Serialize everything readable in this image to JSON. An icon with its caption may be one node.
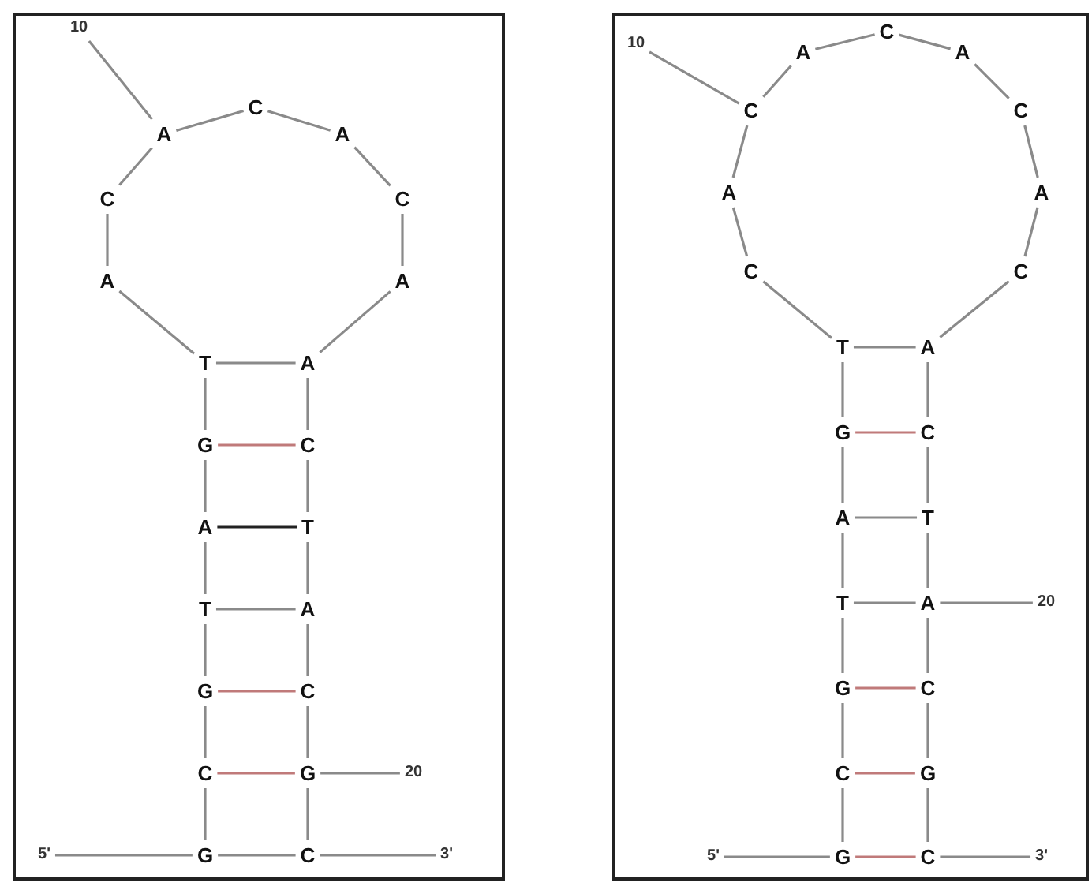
{
  "diagram": {
    "nodes": [
      {
        "text": [
          "10"
        ]
      },
      {
        "text": [
          "G"
        ]
      },
      {
        "text": [
          "C"
        ]
      },
      {
        "text": [
          "G"
        ]
      },
      {
        "text": [
          "T"
        ]
      },
      {
        "text": [
          "A"
        ]
      },
      {
        "text": [
          "G"
        ]
      },
      {
        "text": [
          "T"
        ]
      },
      {
        "text": [
          "A"
        ]
      },
      {
        "text": [
          "C"
        ]
      },
      {
        "text": [
          "A"
        ]
      },
      {
        "text": [
          "C"
        ]
      },
      {
        "text": [
          "A"
        ]
      },
      {
        "text": [
          "C"
        ]
      },
      {
        "text": [
          "A"
        ]
      },
      {
        "text": [
          "A"
        ]
      },
      {
        "text": [
          "C"
        ]
      },
      {
        "text": [
          "T"
        ]
      },
      {
        "text": [
          "A"
        ]
      },
      {
        "text": [
          "C"
        ]
      },
      {
        "text": [
          "G"
        ]
      },
      {
        "text": [
          "C"
        ]
      },
      {
        "text": [
          "20"
        ]
      },
      {
        "text": [
          "5'"
        ]
      },
      {
        "text": [
          "3'"
        ]
      },
      {
        "text": [
          "10"
        ]
      },
      {
        "text": [
          "G"
        ]
      },
      {
        "text": [
          "C"
        ]
      },
      {
        "text": [
          "G"
        ]
      },
      {
        "text": [
          "T"
        ]
      },
      {
        "text": [
          "A"
        ]
      },
      {
        "text": [
          "G"
        ]
      },
      {
        "text": [
          "T"
        ]
      },
      {
        "text": [
          "C"
        ]
      },
      {
        "text": [
          "A"
        ]
      },
      {
        "text": [
          "C"
        ]
      },
      {
        "text": [
          "A"
        ]
      },
      {
        "text": [
          "C"
        ]
      },
      {
        "text": [
          "A"
        ]
      },
      {
        "text": [
          "C"
        ]
      },
      {
        "text": [
          "A"
        ]
      },
      {
        "text": [
          "C"
        ]
      },
      {
        "text": [
          "A"
        ]
      },
      {
        "text": [
          "C"
        ]
      },
      {
        "text": [
          "T"
        ]
      },
      {
        "text": [
          "A"
        ]
      },
      {
        "text": [
          "C"
        ]
      },
      {
        "text": [
          "G"
        ]
      },
      {
        "text": [
          "C"
        ]
      },
      {
        "text": [
          "20"
        ]
      },
      {
        "text": [
          "5'"
        ]
      },
      {
        "text": [
          "3'"
        ]
      }
    ],
    "edges": [
      {
        "from": 1,
        "to": 2,
        "arrow": "none"
      },
      {
        "from": 2,
        "to": 3,
        "arrow": "none"
      },
      {
        "from": 3,
        "to": 4,
        "arrow": "none"
      },
      {
        "from": 4,
        "to": 5,
        "arrow": "none"
      },
      {
        "from": 5,
        "to": 6,
        "arrow": "none"
      },
      {
        "from": 6,
        "to": 7,
        "arrow": "none"
      },
      {
        "from": 7,
        "to": 8,
        "arrow": "none"
      },
      {
        "from": 8,
        "to": 9,
        "arrow": "none"
      },
      {
        "from": 9,
        "to": 10,
        "arrow": "none"
      },
      {
        "from": 10,
        "to": 11,
        "arrow": "none"
      },
      {
        "from": 11,
        "to": 12,
        "arrow": "none"
      },
      {
        "from": 12,
        "to": 13,
        "arrow": "none"
      },
      {
        "from": 13,
        "to": 14,
        "arrow": "none"
      },
      {
        "from": 14,
        "to": 15,
        "arrow": "none"
      },
      {
        "from": 15,
        "to": 16,
        "arrow": "none"
      },
      {
        "from": 16,
        "to": 17,
        "arrow": "none"
      },
      {
        "from": 17,
        "to": 18,
        "arrow": "none"
      },
      {
        "from": 18,
        "to": 19,
        "arrow": "none"
      },
      {
        "from": 19,
        "to": 20,
        "arrow": "none"
      },
      {
        "from": 20,
        "to": 21,
        "arrow": "none"
      },
      {
        "from": 7,
        "to": 15,
        "arrow": "none"
      },
      {
        "from": 6,
        "to": 16,
        "arrow": "none",
        "color": "#c07a7a"
      },
      {
        "from": 5,
        "to": 17,
        "arrow": "none",
        "color": "#222222"
      },
      {
        "from": 4,
        "to": 18,
        "arrow": "none"
      },
      {
        "from": 3,
        "to": 19,
        "arrow": "none",
        "color": "#c07a7a"
      },
      {
        "from": 2,
        "to": 20,
        "arrow": "none",
        "color": "#c07a7a"
      },
      {
        "from": 1,
        "to": 21,
        "arrow": "none"
      },
      {
        "from": 0,
        "to": 10,
        "arrow": "none"
      },
      {
        "from": 22,
        "to": 20,
        "arrow": "none"
      },
      {
        "from": 23,
        "to": 1,
        "arrow": "none"
      },
      {
        "from": 24,
        "to": 21,
        "arrow": "none"
      },
      {
        "from": 26,
        "to": 27,
        "arrow": "none"
      },
      {
        "from": 27,
        "to": 28,
        "arrow": "none"
      },
      {
        "from": 28,
        "to": 29,
        "arrow": "none"
      },
      {
        "from": 29,
        "to": 30,
        "arrow": "none"
      },
      {
        "from": 30,
        "to": 31,
        "arrow": "none"
      },
      {
        "from": 31,
        "to": 32,
        "arrow": "none"
      },
      {
        "from": 32,
        "to": 33,
        "arrow": "none"
      },
      {
        "from": 33,
        "to": 34,
        "arrow": "none"
      },
      {
        "from": 34,
        "to": 35,
        "arrow": "none"
      },
      {
        "from": 35,
        "to": 36,
        "arrow": "none"
      },
      {
        "from": 36,
        "to": 37,
        "arrow": "none"
      },
      {
        "from": 37,
        "to": 38,
        "arrow": "none"
      },
      {
        "from": 38,
        "to": 39,
        "arrow": "none"
      },
      {
        "from": 39,
        "to": 40,
        "arrow": "none"
      },
      {
        "from": 40,
        "to": 41,
        "arrow": "none"
      },
      {
        "from": 41,
        "to": 42,
        "arrow": "none"
      },
      {
        "from": 42,
        "to": 43,
        "arrow": "none"
      },
      {
        "from": 43,
        "to": 44,
        "arrow": "none"
      },
      {
        "from": 44,
        "to": 45,
        "arrow": "none"
      },
      {
        "from": 45,
        "to": 46,
        "arrow": "none"
      },
      {
        "from": 46,
        "to": 47,
        "arrow": "none"
      },
      {
        "from": 47,
        "to": 48,
        "arrow": "none"
      },
      {
        "from": 32,
        "to": 42,
        "arrow": "none"
      },
      {
        "from": 31,
        "to": 43,
        "arrow": "none",
        "color": "#c07a7a"
      },
      {
        "from": 30,
        "to": 44,
        "arrow": "none"
      },
      {
        "from": 29,
        "to": 45,
        "arrow": "none"
      },
      {
        "from": 28,
        "to": 46,
        "arrow": "none",
        "color": "#c07a7a"
      },
      {
        "from": 27,
        "to": 47,
        "arrow": "none",
        "color": "#c07a7a"
      },
      {
        "from": 26,
        "to": 48,
        "arrow": "none",
        "color": "#c07a7a"
      },
      {
        "from": 25,
        "to": 35,
        "arrow": "none"
      },
      {
        "from": 49,
        "to": 45,
        "arrow": "none"
      },
      {
        "from": 50,
        "to": 26,
        "arrow": "none"
      },
      {
        "from": 51,
        "to": 48,
        "arrow": "none"
      }
    ]
  }
}
